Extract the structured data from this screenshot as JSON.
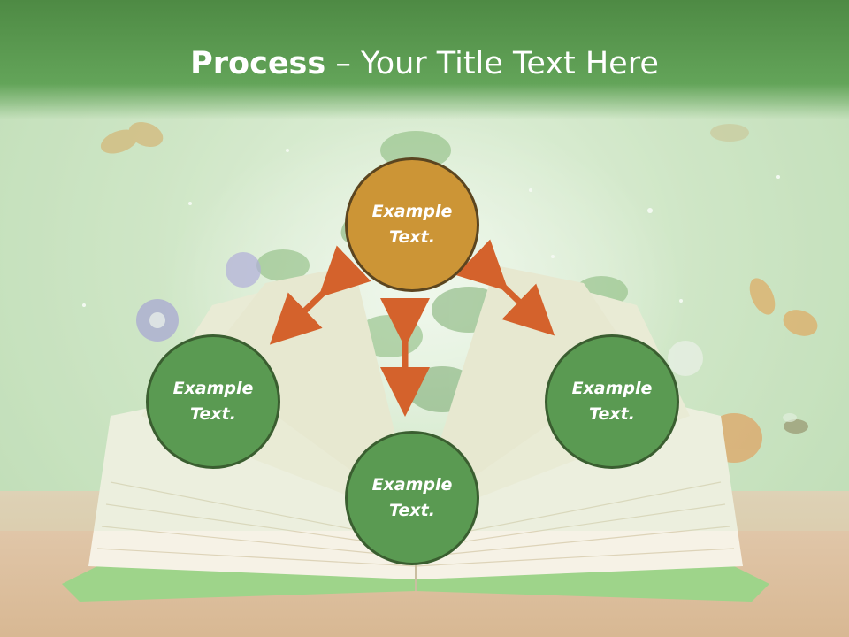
{
  "title": {
    "bold": "Process",
    "rest": " – Your Title Text Here"
  },
  "nodes": {
    "top": {
      "label": "Example Text."
    },
    "left": {
      "label": "Example Text."
    },
    "right": {
      "label": "Example Text."
    },
    "bottom": {
      "label": "Example Text."
    }
  },
  "colors": {
    "header_green": "#5a9e50",
    "node_green": "#5a9a52",
    "node_orange": "#cc9536",
    "arrow": "#d4622c"
  },
  "icons": [
    "butterfly-icon",
    "bee-icon",
    "flower-icon",
    "open-book-icon"
  ]
}
